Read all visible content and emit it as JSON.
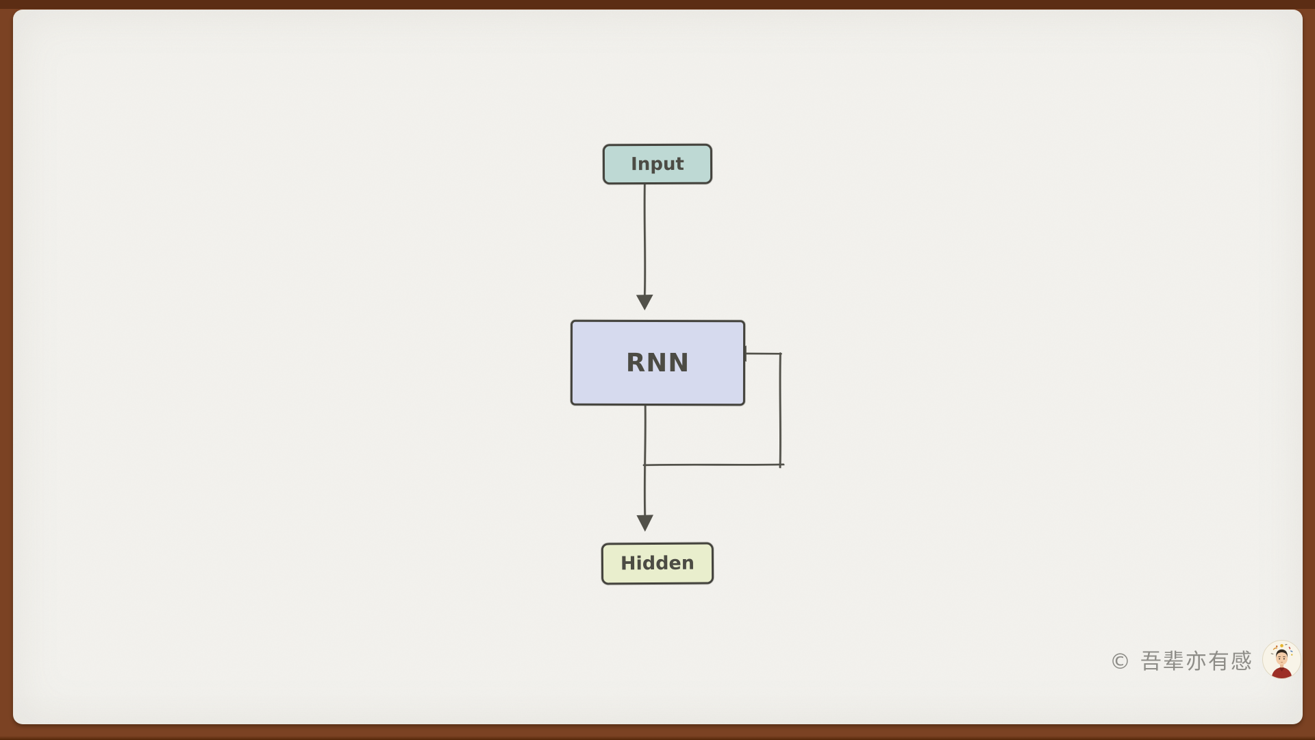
{
  "frame": {
    "outer_color": "#7b4223",
    "top_edge_color": "#5c2d14",
    "paper_color": "#f3f2ee"
  },
  "diagram": {
    "type": "flowchart",
    "style": "hand-drawn-sketch",
    "stroke_color": "#52514a",
    "nodes": [
      {
        "id": "input",
        "label": "Input",
        "fill": "#bed9d4",
        "border": "#44433d"
      },
      {
        "id": "rnn",
        "label": "RNN",
        "fill": "#d6daee",
        "border": "#44433d"
      },
      {
        "id": "hidden",
        "label": "Hidden",
        "fill": "#e9eecd",
        "border": "#44433d"
      }
    ],
    "edges": [
      {
        "from": "input",
        "to": "rnn",
        "style": "straight-arrow-down"
      },
      {
        "from": "rnn",
        "to": "hidden",
        "style": "straight-arrow-down"
      },
      {
        "from": "rnn",
        "to": "rnn",
        "style": "recurrent-feedback-loop-right"
      }
    ]
  },
  "watermark": {
    "copyright_text": "© 吾辈亦有感",
    "text_color": "#8d8c87",
    "avatar": "portrait-avatar"
  }
}
